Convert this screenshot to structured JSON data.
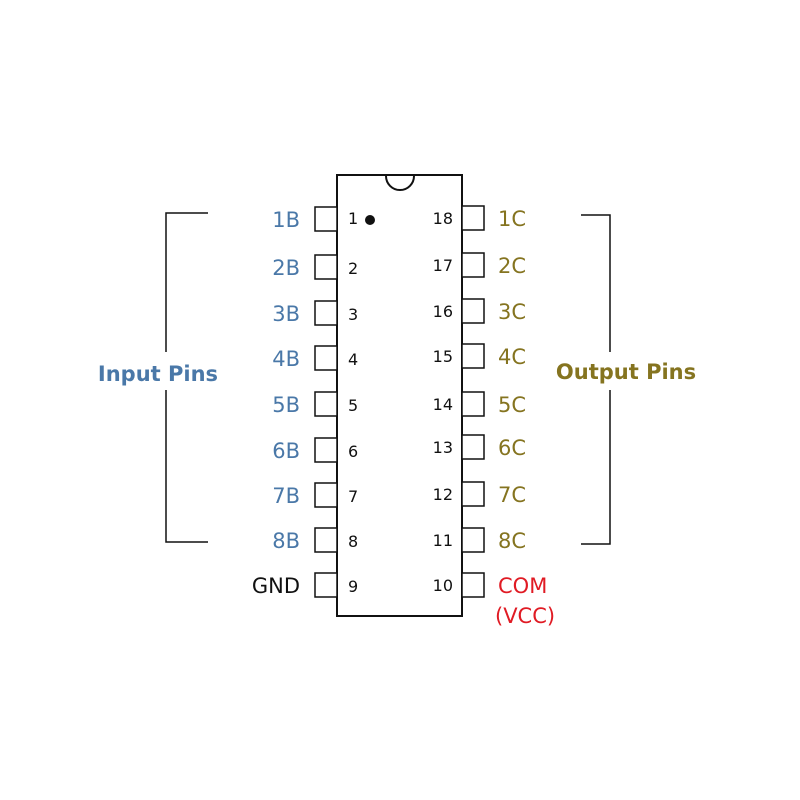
{
  "title": "18-pin IC pinout",
  "colors": {
    "input": "#4a78a8",
    "output": "#857420",
    "power": "#e01b24",
    "ground": "#111111",
    "outline": "#111111"
  },
  "groups": {
    "input_label": "Input Pins",
    "output_label": "Output Pins"
  },
  "left_pins": [
    {
      "number": "1",
      "label": "1B",
      "type": "input"
    },
    {
      "number": "2",
      "label": "2B",
      "type": "input"
    },
    {
      "number": "3",
      "label": "3B",
      "type": "input"
    },
    {
      "number": "4",
      "label": "4B",
      "type": "input"
    },
    {
      "number": "5",
      "label": "5B",
      "type": "input"
    },
    {
      "number": "6",
      "label": "6B",
      "type": "input"
    },
    {
      "number": "7",
      "label": "7B",
      "type": "input"
    },
    {
      "number": "8",
      "label": "8B",
      "type": "input"
    },
    {
      "number": "9",
      "label": "GND",
      "type": "ground"
    }
  ],
  "right_pins": [
    {
      "number": "18",
      "label": "1C",
      "type": "output"
    },
    {
      "number": "17",
      "label": "2C",
      "type": "output"
    },
    {
      "number": "16",
      "label": "3C",
      "type": "output"
    },
    {
      "number": "15",
      "label": "4C",
      "type": "output"
    },
    {
      "number": "14",
      "label": "5C",
      "type": "output"
    },
    {
      "number": "13",
      "label": "6C",
      "type": "output"
    },
    {
      "number": "12",
      "label": "7C",
      "type": "output"
    },
    {
      "number": "11",
      "label": "8C",
      "type": "output"
    },
    {
      "number": "10",
      "label": "COM",
      "sublabel": "(VCC)",
      "type": "power"
    }
  ]
}
